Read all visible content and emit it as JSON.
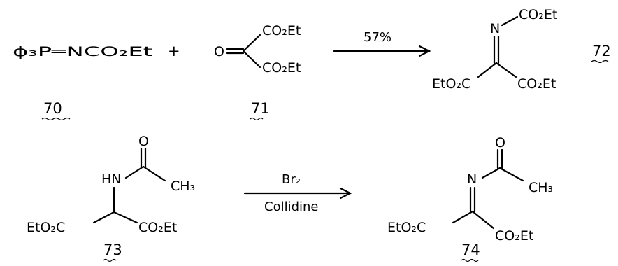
{
  "reaction1": {
    "reagent_text": "ϕ₃P═NCO₂Et",
    "reagent_label": "70",
    "plus": "+",
    "ketone_label": "71",
    "ketone_groups": {
      "oxygen": "O",
      "upper": "CO₂Et",
      "lower": "CO₂Et"
    },
    "yield": "57%",
    "product_label": "72",
    "product_groups": {
      "nitrogen": "N",
      "n_substituent": "CO₂Et",
      "left": "EtO₂C",
      "right": "CO₂Et"
    }
  },
  "reaction2": {
    "reactant_label": "73",
    "reactant_groups": {
      "oxygen": "O",
      "amine": "HN",
      "methyl": "CH₃",
      "left": "EtO₂C",
      "right": "CO₂Et"
    },
    "reagent": "Br₂",
    "solvent": "Collidine",
    "product_label": "74",
    "product_groups": {
      "oxygen": "O",
      "nitrogen": "N",
      "methyl": "CH₃",
      "left": "EtO₂C",
      "right": "CO₂Et"
    }
  }
}
